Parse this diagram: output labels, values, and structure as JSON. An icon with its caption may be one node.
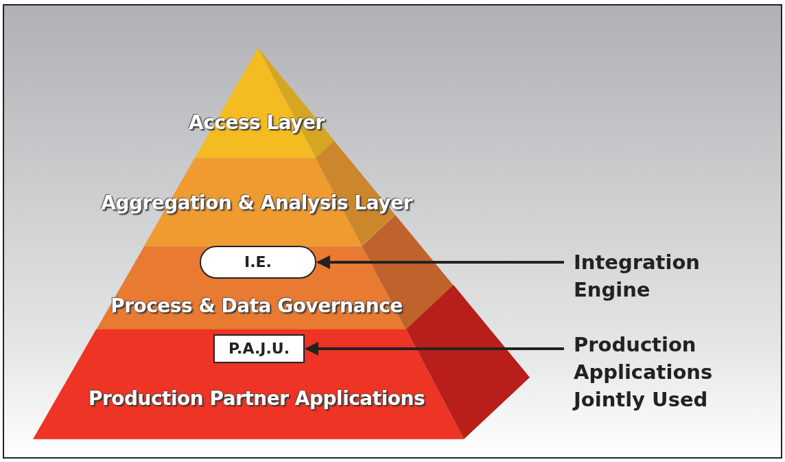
{
  "diagram": {
    "nodes": [
      {
        "text": [
          "Access Layer"
        ]
      },
      {
        "text": [
          "Aggregation & Analysis Layer"
        ]
      },
      {
        "text": [
          "Process & Data Governance"
        ]
      },
      {
        "text": [
          "I.E."
        ],
        "in": 2
      },
      {
        "text": [
          "Production Partner Applications"
        ]
      },
      {
        "text": [
          "P.A.J.U."
        ],
        "in": 4
      },
      {
        "text": [
          "Integration Engine"
        ]
      },
      {
        "text": [
          "Production Applications Jointly Used"
        ]
      }
    ],
    "edges": [
      {
        "from": 6,
        "to": 3,
        "arrow": "to"
      },
      {
        "from": 7,
        "to": 5,
        "arrow": "to"
      }
    ]
  }
}
